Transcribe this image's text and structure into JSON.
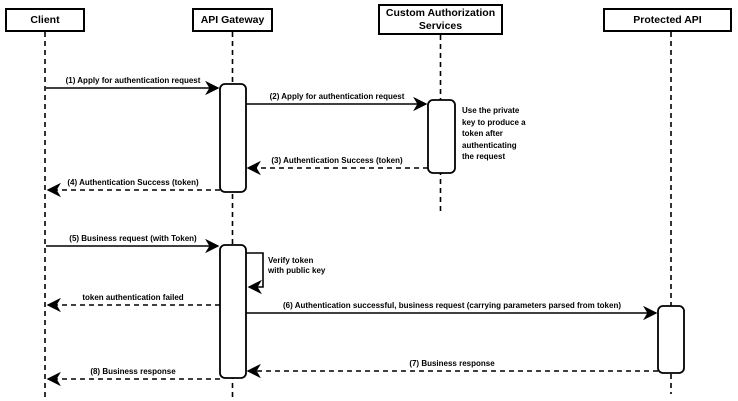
{
  "colors": {
    "line": "#000000",
    "box_fill": "#ffffff",
    "background": "#ffffff",
    "text": "#000000"
  },
  "participants": [
    {
      "name": "Client"
    },
    {
      "name": "API Gateway"
    },
    {
      "name": "Custom Authorization Services"
    },
    {
      "name": "Protected API"
    }
  ],
  "messages": [
    {
      "label": "(1) Apply for authentication request",
      "from": "Client",
      "to": "API Gateway",
      "style": "solid"
    },
    {
      "label": "(2) Apply for authentication request",
      "from": "API Gateway",
      "to": "Custom Authorization Services",
      "style": "solid"
    },
    {
      "label": "(3) Authentication Success (token)",
      "from": "Custom Authorization Services",
      "to": "API Gateway",
      "style": "dashed"
    },
    {
      "label": "(4) Authentication Success (token)",
      "from": "API Gateway",
      "to": "Client",
      "style": "dashed"
    },
    {
      "label": "(5) Business request (with Token)",
      "from": "Client",
      "to": "API Gateway",
      "style": "solid"
    },
    {
      "label": "Verify token\nwith public key",
      "from": "API Gateway",
      "to": "API Gateway",
      "style": "self"
    },
    {
      "label": "token authentication failed",
      "from": "API Gateway",
      "to": "Client",
      "style": "dashed"
    },
    {
      "label": "(6) Authentication successful, business request (carrying parameters parsed from token)",
      "from": "API Gateway",
      "to": "Protected API",
      "style": "solid"
    },
    {
      "label": "(7) Business response",
      "from": "Protected API",
      "to": "API Gateway",
      "style": "dashed"
    },
    {
      "label": "(8) Business response",
      "from": "API Gateway",
      "to": "Client",
      "style": "dashed"
    }
  ],
  "note": {
    "text": "Use the private\nkey to produce a\ntoken after\nauthenticating\nthe request",
    "anchor": "Custom Authorization Services"
  }
}
